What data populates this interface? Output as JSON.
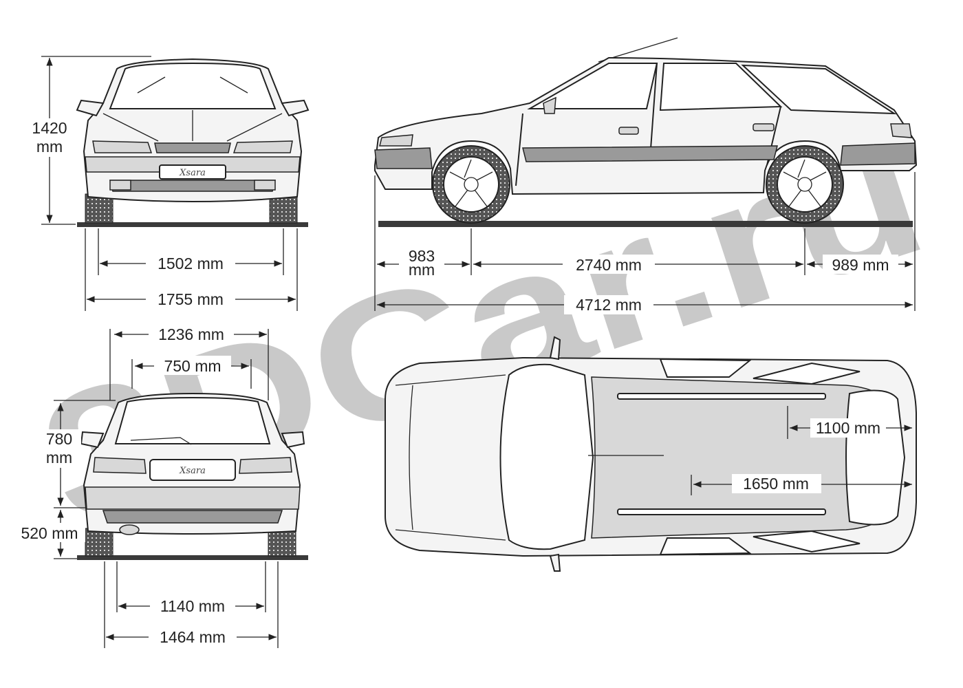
{
  "watermark": {
    "text": "3DCar.ru"
  },
  "badges": {
    "front": "Xsara",
    "rear": "Xsara"
  },
  "front_view": {
    "height_value": "1420",
    "height_unit": "mm",
    "track_front": "1502 mm",
    "overall_width": "1755 mm"
  },
  "side_view": {
    "front_overhang_value": "983",
    "front_overhang_unit": "mm",
    "wheelbase": "2740 mm",
    "rear_overhang": "989 mm",
    "overall_length": "4712 mm"
  },
  "rear_view": {
    "tailgate_width": "1236 mm",
    "window_width": "750 mm",
    "tailgate_height_value": "780",
    "tailgate_height_unit": "mm",
    "loading_height": "520 mm",
    "track_rear": "1140 mm",
    "wheelarch_width": "1464 mm"
  },
  "top_view": {
    "load_length_floor": "1100 mm",
    "load_length_seats_folded": "1650 mm"
  }
}
